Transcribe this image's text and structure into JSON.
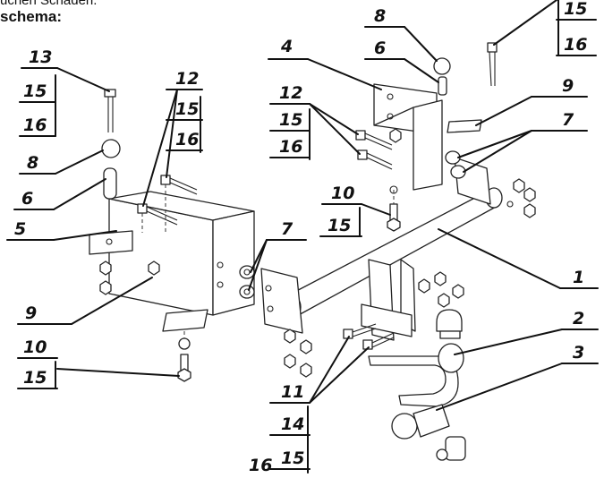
{
  "header": {
    "top_text": "uchen Schäden.",
    "schema_label": "schema:"
  },
  "callouts": [
    {
      "id": "c13-top",
      "text": "13"
    },
    {
      "id": "c15-a",
      "text": "15"
    },
    {
      "id": "c16-a",
      "text": "16"
    },
    {
      "id": "c8-left",
      "text": "8"
    },
    {
      "id": "c6-left",
      "text": "6"
    },
    {
      "id": "c5",
      "text": "5"
    },
    {
      "id": "c12-left",
      "text": "12"
    },
    {
      "id": "c15-b",
      "text": "15"
    },
    {
      "id": "c16-b",
      "text": "16"
    },
    {
      "id": "c9-left",
      "text": "9"
    },
    {
      "id": "c10-left",
      "text": "10"
    },
    {
      "id": "c15-c",
      "text": "15"
    },
    {
      "id": "c4",
      "text": "4"
    },
    {
      "id": "c12-mid",
      "text": "12"
    },
    {
      "id": "c15-d",
      "text": "15"
    },
    {
      "id": "c16-d",
      "text": "16"
    },
    {
      "id": "c8-top",
      "text": "8"
    },
    {
      "id": "c6-top",
      "text": "6"
    },
    {
      "id": "c15-tr",
      "text": "15"
    },
    {
      "id": "c16-tr",
      "text": "16"
    },
    {
      "id": "c9-right",
      "text": "9"
    },
    {
      "id": "c7-right",
      "text": "7"
    },
    {
      "id": "c10-mid",
      "text": "10"
    },
    {
      "id": "c15-e",
      "text": "15"
    },
    {
      "id": "c7-mid",
      "text": "7"
    },
    {
      "id": "c1",
      "text": "1"
    },
    {
      "id": "c2",
      "text": "2"
    },
    {
      "id": "c3",
      "text": "3"
    },
    {
      "id": "c11",
      "text": "11"
    },
    {
      "id": "c14",
      "text": "14"
    },
    {
      "id": "c16-bot",
      "text": "16"
    },
    {
      "id": "c15-bot",
      "text": "15"
    }
  ]
}
